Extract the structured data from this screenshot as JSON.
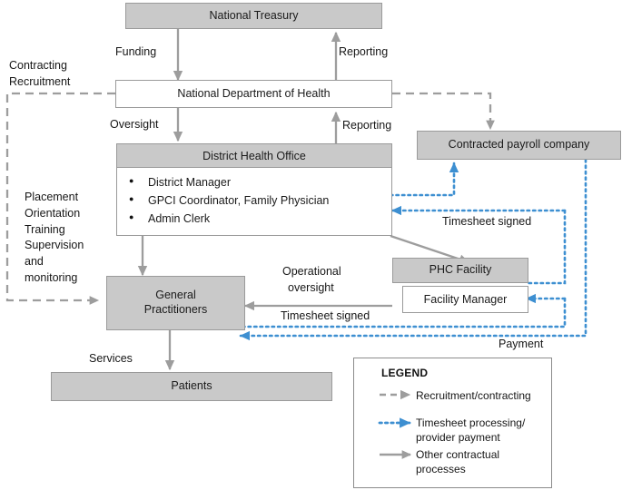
{
  "diagram": {
    "title": "GP contracting health system flow",
    "colors": {
      "node_fill": "#c9c9c9",
      "node_border": "#9a9a9a",
      "gray_arrow": "#9d9d9d",
      "dashed_arrow": "#9d9d9d",
      "dotted_arrow": "#3d8fd1",
      "text": "#161616",
      "page_background": "#ffffff"
    },
    "nodes": {
      "national_treasury": "National Treasury",
      "national_department_of_health": "National Department of Health",
      "district_health_office": {
        "header": "District Health Office",
        "items": [
          "District Manager",
          "GPCI Coordinator, Family Physician",
          "Admin Clerk"
        ]
      },
      "contracted_payroll_company": "Contracted payroll company",
      "phc_facility": {
        "header": "PHC Facility",
        "body": "Facility Manager"
      },
      "general_practitioners_line1": "General",
      "general_practitioners_line2": "Practitioners",
      "patients": "Patients"
    },
    "edge_labels": {
      "funding": "Funding",
      "reporting_top": "Reporting",
      "oversight": "Oversight",
      "reporting_mid": "Reporting",
      "timesheet_signed_upper": "Timesheet signed",
      "timesheet_signed_lower": "Timesheet signed",
      "operational_oversight_line1": "Operational",
      "operational_oversight_line2": "oversight",
      "payment": "Payment",
      "services": "Services",
      "contracting_recruitment_line1": "Contracting",
      "contracting_recruitment_line2": "Recruitment",
      "placement_block": "Placement\nOrientation\nTraining\nSupervision\nand\nmonitoring"
    },
    "legend": {
      "title": "LEGEND",
      "entries": [
        {
          "style": "dashed-gray",
          "label": "Recruitment/contracting"
        },
        {
          "style": "dotted-blue",
          "label": "Timesheet processing/\nprovider payment"
        },
        {
          "style": "solid-gray",
          "label": "Other contractual\nprocesses"
        }
      ]
    }
  }
}
